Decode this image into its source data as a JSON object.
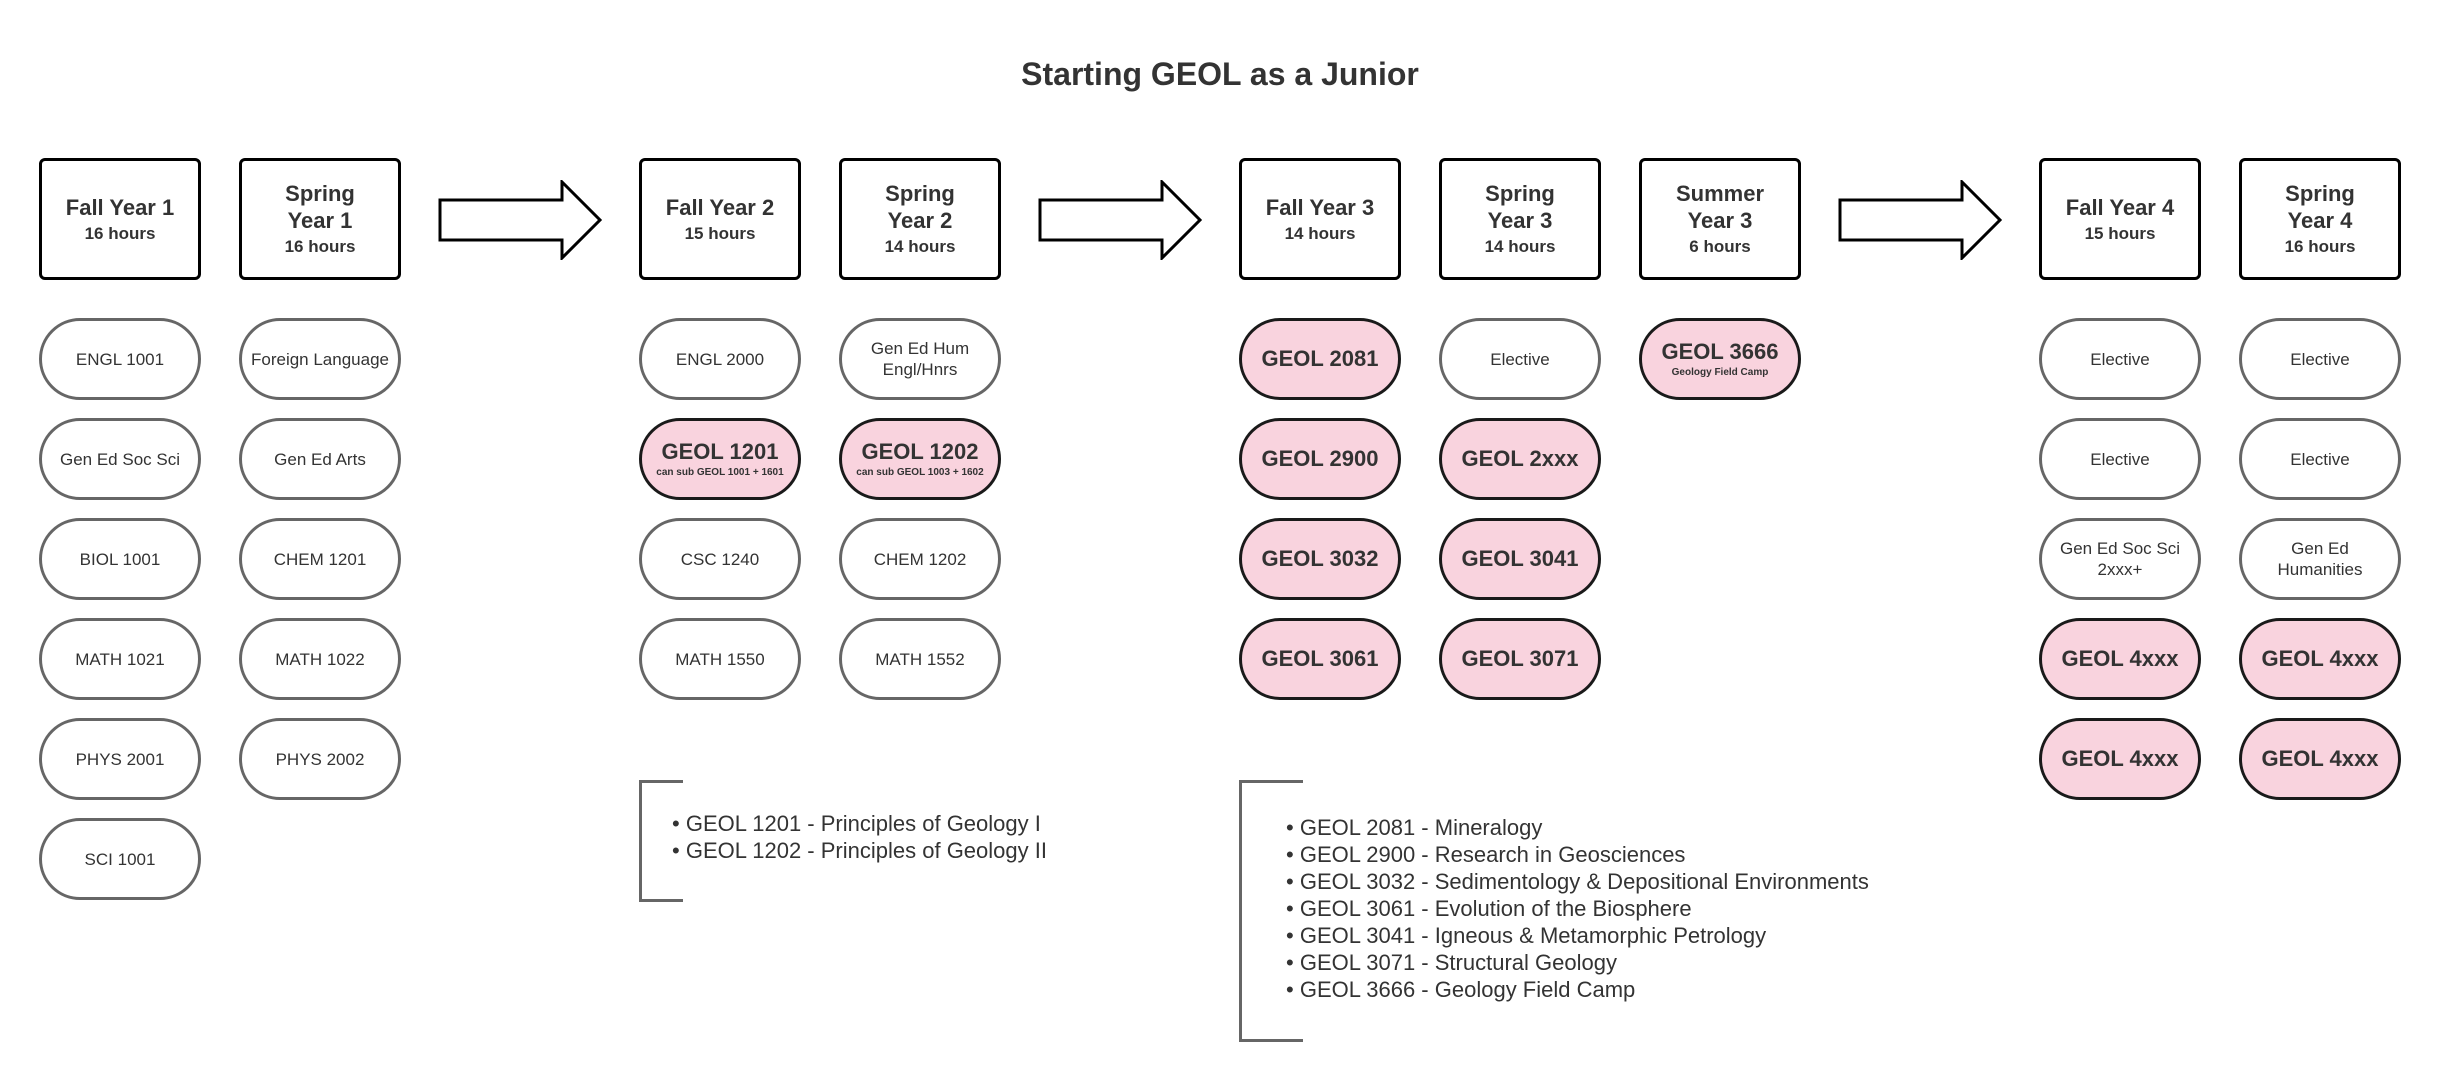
{
  "title": "Starting GEOL as a Junior",
  "colors": {
    "geol_fill": "#f9d3de",
    "border": "#000000",
    "course_border": "#666666"
  },
  "terms": [
    {
      "name": "Fall Year 1",
      "hours": "16 hours"
    },
    {
      "name": "Spring Year 1",
      "hours": "16 hours"
    },
    {
      "name": "Fall Year 2",
      "hours": "15 hours"
    },
    {
      "name": "Spring Year 2",
      "hours": "14 hours"
    },
    {
      "name": "Fall Year 3",
      "hours": "14 hours"
    },
    {
      "name": "Spring Year 3",
      "hours": "14 hours"
    },
    {
      "name": "Summer Year 3",
      "hours": "6 hours"
    },
    {
      "name": "Fall Year 4",
      "hours": "15 hours"
    },
    {
      "name": "Spring Year 4",
      "hours": "16 hours"
    }
  ],
  "courses": {
    "fall_year_1": [
      "ENGL 1001",
      "Gen Ed Soc Sci",
      "BIOL 1001",
      "MATH 1021",
      "PHYS 2001",
      "SCI 1001"
    ],
    "spring_year_1": [
      "Foreign Language",
      "Gen Ed Arts",
      "CHEM 1201",
      "MATH 1022",
      "PHYS 2002"
    ],
    "fall_year_2": [
      {
        "label": "ENGL 2000"
      },
      {
        "label": "GEOL 1201",
        "note": "can sub GEOL 1001 + 1601"
      },
      {
        "label": "CSC 1240"
      },
      {
        "label": "MATH 1550"
      }
    ],
    "spring_year_2": [
      {
        "label": "Gen Ed Hum Engl/Hnrs"
      },
      {
        "label": "GEOL 1202",
        "note": "can sub GEOL 1003 + 1602"
      },
      {
        "label": "CHEM 1202"
      },
      {
        "label": "MATH 1552"
      }
    ],
    "fall_year_3": [
      "GEOL 2081",
      "GEOL 2900",
      "GEOL 3032",
      "GEOL 3061"
    ],
    "spring_year_3": [
      "Elective",
      "GEOL 2xxx",
      "GEOL 3041",
      "GEOL 3071"
    ],
    "summer_year_3": [
      {
        "label": "GEOL 3666",
        "note": "Geology Field Camp"
      }
    ],
    "fall_year_4": [
      "Elective",
      "Elective",
      "Gen Ed Soc Sci 2xxx+",
      "GEOL 4xxx",
      "GEOL 4xxx"
    ],
    "spring_year_4": [
      "Elective",
      "Elective",
      "Gen Ed Humanities",
      "GEOL 4xxx",
      "GEOL 4xxx"
    ]
  },
  "legend_year_2": [
    "GEOL 1201 - Principles of Geology I",
    "GEOL 1202 - Principles of Geology II"
  ],
  "legend_year_3": [
    "GEOL 2081 - Mineralogy",
    "GEOL 2900 - Research in Geosciences",
    "GEOL 3032 - Sedimentology & Depositional Environments",
    "GEOL 3061 - Evolution of the Biosphere",
    "GEOL 3041 - Igneous & Metamorphic Petrology",
    "GEOL 3071 - Structural Geology",
    "GEOL 3666 - Geology Field Camp"
  ]
}
